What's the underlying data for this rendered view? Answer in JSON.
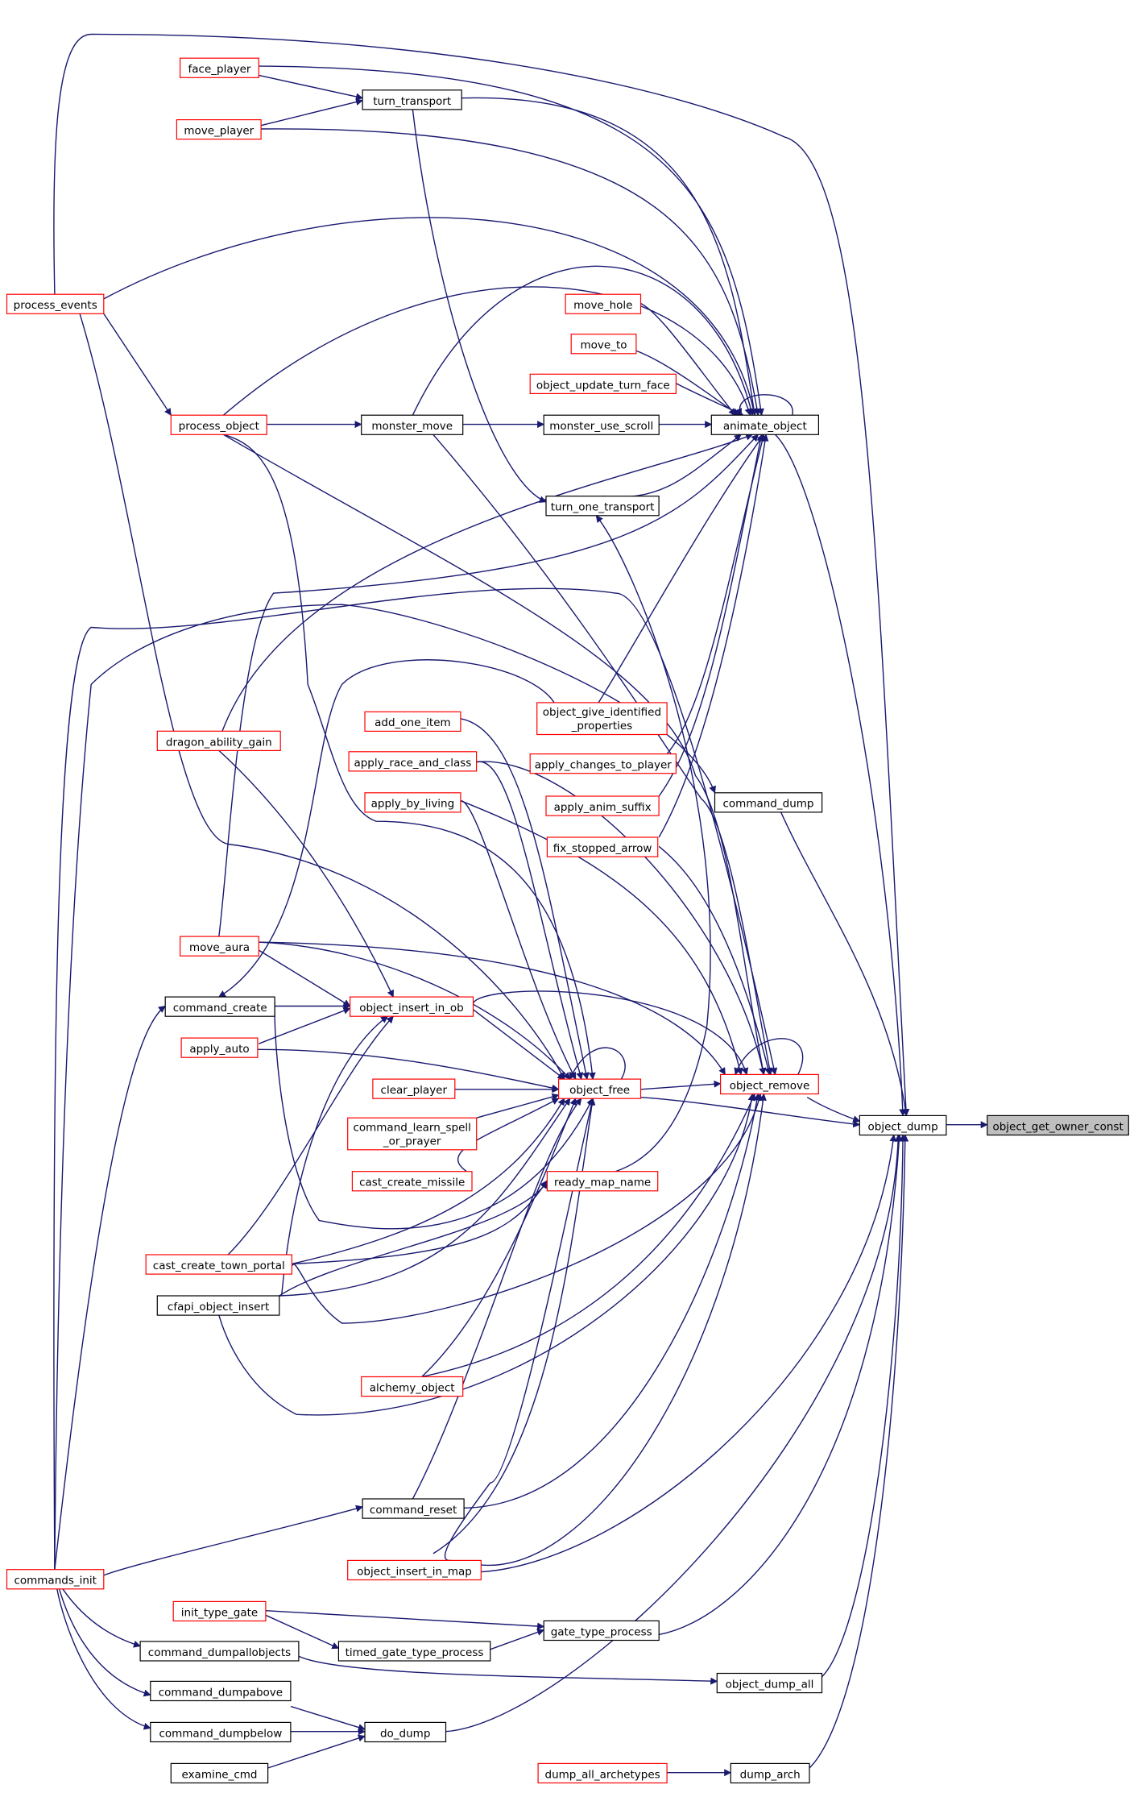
{
  "colors": {
    "edge": "#191970",
    "red_border": "#ff0000",
    "black_border": "#000000",
    "focus_fill": "#bfbfbf"
  },
  "nodes": {
    "object_get_owner_const": {
      "label": "object_get_owner_const",
      "style": "focus"
    },
    "object_dump": {
      "label": "object_dump",
      "style": "black"
    },
    "animate_object": {
      "label": "animate_object",
      "style": "black"
    },
    "object_remove": {
      "label": "object_remove",
      "style": "red"
    },
    "object_free": {
      "label": "object_free",
      "style": "red"
    },
    "command_dump": {
      "label": "command_dump",
      "style": "black"
    },
    "object_dump_all": {
      "label": "object_dump_all",
      "style": "black"
    },
    "dump_arch": {
      "label": "dump_arch",
      "style": "black"
    },
    "dump_all_archetypes": {
      "label": "dump_all_archetypes",
      "style": "red"
    },
    "gate_type_process": {
      "label": "gate_type_process",
      "style": "black"
    },
    "timed_gate_type_process": {
      "label": "timed_gate_type_process",
      "style": "black"
    },
    "init_type_gate": {
      "label": "init_type_gate",
      "style": "red"
    },
    "do_dump": {
      "label": "do_dump",
      "style": "black"
    },
    "command_dumpallobjects": {
      "label": "command_dumpallobjects",
      "style": "black"
    },
    "command_dumpabove": {
      "label": "command_dumpabove",
      "style": "black"
    },
    "command_dumpbelow": {
      "label": "command_dumpbelow",
      "style": "black"
    },
    "examine_cmd": {
      "label": "examine_cmd",
      "style": "black"
    },
    "commands_init": {
      "label": "commands_init",
      "style": "red"
    },
    "command_reset": {
      "label": "command_reset",
      "style": "black"
    },
    "object_insert_in_map": {
      "label": "object_insert_in_map",
      "style": "red"
    },
    "alchemy_object": {
      "label": "alchemy_object",
      "style": "red"
    },
    "cfapi_object_insert": {
      "label": "cfapi_object_insert",
      "style": "black"
    },
    "cast_create_town_portal": {
      "label": "cast_create_town_portal",
      "style": "red"
    },
    "ready_map_name": {
      "label": "ready_map_name",
      "style": "red"
    },
    "cast_create_missile": {
      "label": "cast_create_missile",
      "style": "red"
    },
    "command_learn_spell_or_prayer": {
      "label": "command_learn_spell",
      "label2": "_or_prayer",
      "style": "red"
    },
    "clear_player": {
      "label": "clear_player",
      "style": "red"
    },
    "apply_auto": {
      "label": "apply_auto",
      "style": "red"
    },
    "object_insert_in_ob": {
      "label": "object_insert_in_ob",
      "style": "red"
    },
    "command_create": {
      "label": "command_create",
      "style": "black"
    },
    "move_aura": {
      "label": "move_aura",
      "style": "red"
    },
    "dragon_ability_gain": {
      "label": "dragon_ability_gain",
      "style": "red"
    },
    "fix_stopped_arrow": {
      "label": "fix_stopped_arrow",
      "style": "red"
    },
    "apply_anim_suffix": {
      "label": "apply_anim_suffix",
      "style": "red"
    },
    "apply_by_living": {
      "label": "apply_by_living",
      "style": "red"
    },
    "apply_changes_to_player": {
      "label": "apply_changes_to_player",
      "style": "red"
    },
    "apply_race_and_class": {
      "label": "apply_race_and_class",
      "style": "red"
    },
    "object_give_identified_properties": {
      "label": "object_give_identified",
      "label2": "_properties",
      "style": "red"
    },
    "add_one_item": {
      "label": "add_one_item",
      "style": "red"
    },
    "turn_one_transport": {
      "label": "turn_one_transport",
      "style": "black"
    },
    "monster_use_scroll": {
      "label": "monster_use_scroll",
      "style": "black"
    },
    "monster_move": {
      "label": "monster_move",
      "style": "black"
    },
    "process_object": {
      "label": "process_object",
      "style": "red"
    },
    "process_events": {
      "label": "process_events",
      "style": "red"
    },
    "object_update_turn_face": {
      "label": "object_update_turn_face",
      "style": "red"
    },
    "move_to": {
      "label": "move_to",
      "style": "red"
    },
    "move_hole": {
      "label": "move_hole",
      "style": "red"
    },
    "turn_transport": {
      "label": "turn_transport",
      "style": "black"
    },
    "face_player": {
      "label": "face_player",
      "style": "red"
    },
    "move_player": {
      "label": "move_player",
      "style": "red"
    }
  }
}
